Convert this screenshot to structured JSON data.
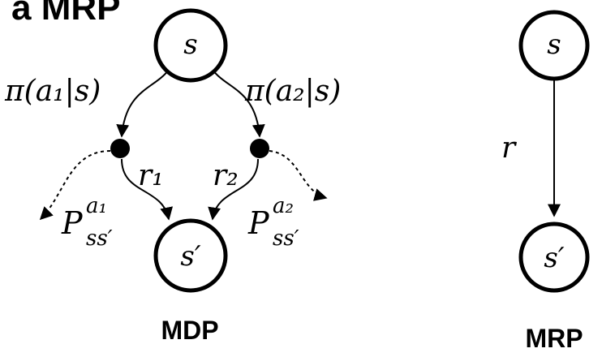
{
  "title_fragment": "a MRP",
  "mdp": {
    "caption": "MDP",
    "node_s": "s",
    "node_s_prime": "s′",
    "policy_left": "π(a₁|s)",
    "policy_right": "π(a₂|s)",
    "reward_left": "r₁",
    "reward_right": "r₂",
    "transition_left": {
      "base": "P",
      "sup": "a₁",
      "sub": "ss′"
    },
    "transition_right": {
      "base": "P",
      "sup": "a₂",
      "sub": "ss′"
    }
  },
  "mrp": {
    "caption": "MRP",
    "node_s": "s",
    "node_s_prime": "s′",
    "reward": "r"
  }
}
